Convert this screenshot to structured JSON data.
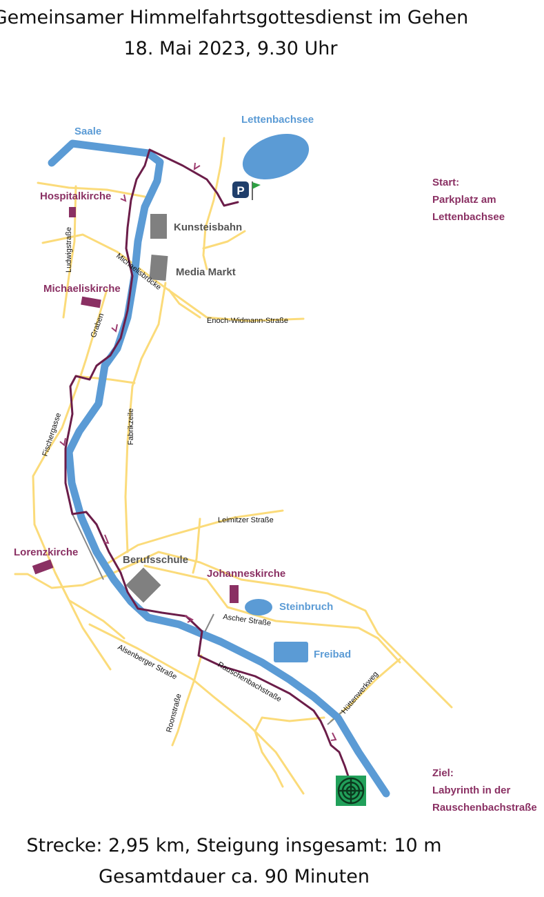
{
  "header": {
    "title": "Gemeinsamer Himmelfahrtsgottesdienst im Gehen",
    "date": "18. Mai 2023, 9.30 Uhr"
  },
  "footer": {
    "line1": "Strecke: 2,95 km, Steigung insgesamt: 10 m",
    "line2": "Gesamtdauer ca. 90 Minuten"
  },
  "legend": {
    "start_title": "Start:",
    "start_line1": "Parkplatz am",
    "start_line2": "Lettenbachsee",
    "end_title": "Ziel:",
    "end_line1": "Labyrinth in der",
    "end_line2": "Rauschenbachstraße"
  },
  "map": {
    "water": {
      "saale": "Saale",
      "lettenbachsee": "Lettenbachsee",
      "steinbruch": "Steinbruch",
      "freibad": "Freibad"
    },
    "churches": {
      "hospitalkirche": "Hospitalkirche",
      "michaeliskirche": "Michaeliskirche",
      "lorenzkirche": "Lorenzkirche",
      "johanneskirche": "Johanneskirche"
    },
    "buildings": {
      "kunsteisbahn": "Kunsteisbahn",
      "media_markt": "Media Markt",
      "berufsschule": "Berufsschule"
    },
    "streets": {
      "ludwigstrasse": "Ludwigstraße",
      "michaelisbruecke": "Michaelisbrücke",
      "enoch_widmann": "Enoch-Widmann-Straße",
      "graben": "Graben",
      "fischergasse": "Fischergasse",
      "fabrikzeile": "Fabrikzeile",
      "leimitzer": "Leimitzer Straße",
      "ascher": "Ascher Straße",
      "alsenberger": "Alsenberger Straße",
      "roonstrasse": "Roonstraße",
      "rauschenbach": "Rauschenbachstraße",
      "huettenwerkweg": "Hüttenwerkweg"
    },
    "parking_glyph": "P",
    "colors": {
      "river": "#5b9bd5",
      "street": "#fbdb7a",
      "route": "#6b1d49",
      "church": "#8a3063",
      "building": "#808080",
      "parking": "#1f3e6b",
      "flag": "#2ea043",
      "labyrinth": "#21a05a"
    },
    "icons": [
      "parking-icon",
      "flag-icon",
      "labyrinth-icon",
      "arrow-icon"
    ]
  }
}
